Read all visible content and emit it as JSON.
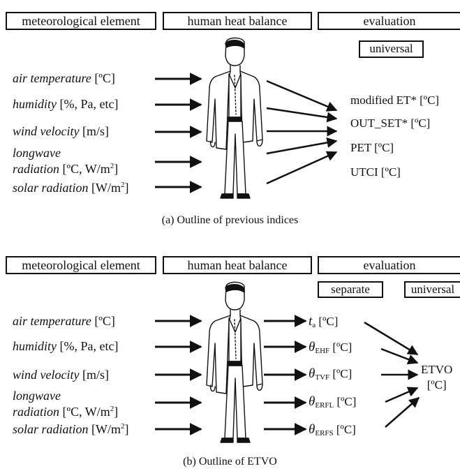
{
  "panel_a": {
    "headers": {
      "meteorological": "meteorological element",
      "heat_balance": "human heat balance",
      "evaluation": "evaluation"
    },
    "universal_label": "universal",
    "inputs": [
      {
        "name": "air temperature",
        "unit": " [ºC]"
      },
      {
        "name": "humidity",
        "unit": " [%, Pa, etc]"
      },
      {
        "name": "wind velocity",
        "unit": " [m/s]"
      },
      {
        "name": "longwave",
        "name2": "radiation",
        "unit": " [ºC, W/m",
        "sup": "2",
        "close": "]"
      },
      {
        "name": "solar radiation",
        "unit": " [W/m",
        "sup": "2",
        "close": "]"
      }
    ],
    "outputs": [
      "modified ET* [ºC]",
      "OUT_SET* [ºC]",
      "PET [ºC]",
      "UTCI [ºC]"
    ],
    "caption": "(a) Outline of previous indices"
  },
  "panel_b": {
    "headers": {
      "meteorological": "meteorological element",
      "heat_balance": "human heat balance",
      "evaluation": "evaluation"
    },
    "separate_label": "separate",
    "universal_label": "universal",
    "inputs": [
      {
        "name": "air temperature",
        "unit": " [ºC]"
      },
      {
        "name": "humidity",
        "unit": " [%, Pa, etc]"
      },
      {
        "name": "wind velocity",
        "unit": " [m/s]"
      },
      {
        "name": "longwave",
        "name2": "radiation",
        "unit": " [ºC, W/m",
        "sup": "2",
        "close": "]"
      },
      {
        "name": "solar radiation",
        "unit": " [W/m",
        "sup": "2",
        "close": "]"
      }
    ],
    "separate_outputs": [
      {
        "sym": "t",
        "sub": "a",
        "unit": " [ºC]"
      },
      {
        "sym": "θ",
        "sub": "EHF",
        "unit": " [ºC]"
      },
      {
        "sym": "θ",
        "sub": "TVF",
        "unit": " [ºC]"
      },
      {
        "sym": "θ",
        "sub": "ERFL",
        "unit": " [ºC]"
      },
      {
        "sym": "θ",
        "sub": "ERFS",
        "unit": " [ºC]"
      }
    ],
    "final_output": {
      "line1": "ETVO",
      "line2": "[ºC]"
    },
    "caption": "(b) Outline of ETVO"
  },
  "colors": {
    "ink": "#111111",
    "background": "#ffffff"
  }
}
